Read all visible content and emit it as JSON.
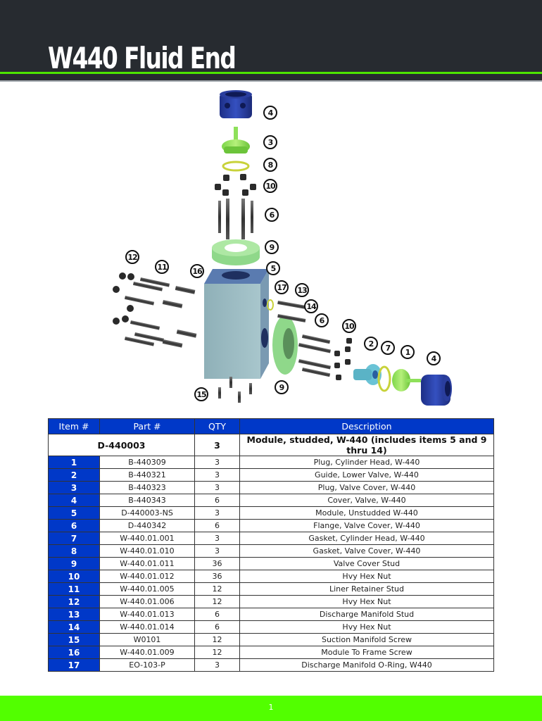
{
  "header": {
    "title": "W440 Fluid End",
    "colors": {
      "background": "#272b30",
      "accent": "#4de600"
    }
  },
  "diagram": {
    "callouts": [
      "4",
      "3",
      "8",
      "10",
      "6",
      "9",
      "5",
      "12",
      "11",
      "16",
      "17",
      "13",
      "14",
      "6",
      "10",
      "2",
      "7",
      "1",
      "4",
      "9",
      "15"
    ]
  },
  "table": {
    "columns": [
      "Item #",
      "Part #",
      "QTY",
      "Description"
    ],
    "assembly": {
      "part": "D-440003",
      "qty": "3",
      "description": "Module, studded, W-440 (includes items 5 and 9 thru 14)"
    },
    "rows": [
      {
        "item": "1",
        "part": "B-440309",
        "qty": "3",
        "description": "Plug, Cylinder Head, W-440"
      },
      {
        "item": "2",
        "part": "B-440321",
        "qty": "3",
        "description": "Guide, Lower Valve, W-440"
      },
      {
        "item": "3",
        "part": "B-440323",
        "qty": "3",
        "description": "Plug, Valve Cover, W-440"
      },
      {
        "item": "4",
        "part": "B-440343",
        "qty": "6",
        "description": "Cover, Valve, W-440"
      },
      {
        "item": "5",
        "part": "D-440003-NS",
        "qty": "3",
        "description": "Module, Unstudded W-440"
      },
      {
        "item": "6",
        "part": "D-440342",
        "qty": "6",
        "description": "Flange, Valve Cover, W-440"
      },
      {
        "item": "7",
        "part": "W-440.01.001",
        "qty": "3",
        "description": "Gasket, Cylinder Head, W-440"
      },
      {
        "item": "8",
        "part": "W-440.01.010",
        "qty": "3",
        "description": "Gasket, Valve Cover, W-440"
      },
      {
        "item": "9",
        "part": "W-440.01.011",
        "qty": "36",
        "description": "Valve Cover Stud"
      },
      {
        "item": "10",
        "part": "W-440.01.012",
        "qty": "36",
        "description": "Hvy Hex Nut"
      },
      {
        "item": "11",
        "part": "W-440.01.005",
        "qty": "12",
        "description": "Liner Retainer Stud"
      },
      {
        "item": "12",
        "part": "W-440.01.006",
        "qty": "12",
        "description": "Hvy Hex Nut"
      },
      {
        "item": "13",
        "part": "W-440.01.013",
        "qty": "6",
        "description": "Discharge Manifold Stud"
      },
      {
        "item": "14",
        "part": "W-440.01.014",
        "qty": "6",
        "description": "Hvy Hex Nut"
      },
      {
        "item": "15",
        "part": "W0101",
        "qty": "12",
        "description": "Suction Manifold Screw"
      },
      {
        "item": "16",
        "part": "W-440.01.009",
        "qty": "12",
        "description": "Module To Frame Screw"
      },
      {
        "item": "17",
        "part": "EO-103-P",
        "qty": "3",
        "description": "Discharge Manifold O-Ring, W440"
      }
    ],
    "colors": {
      "header": "#0038c8"
    }
  },
  "footer": {
    "page_number": "1",
    "color": "#52ff00"
  }
}
